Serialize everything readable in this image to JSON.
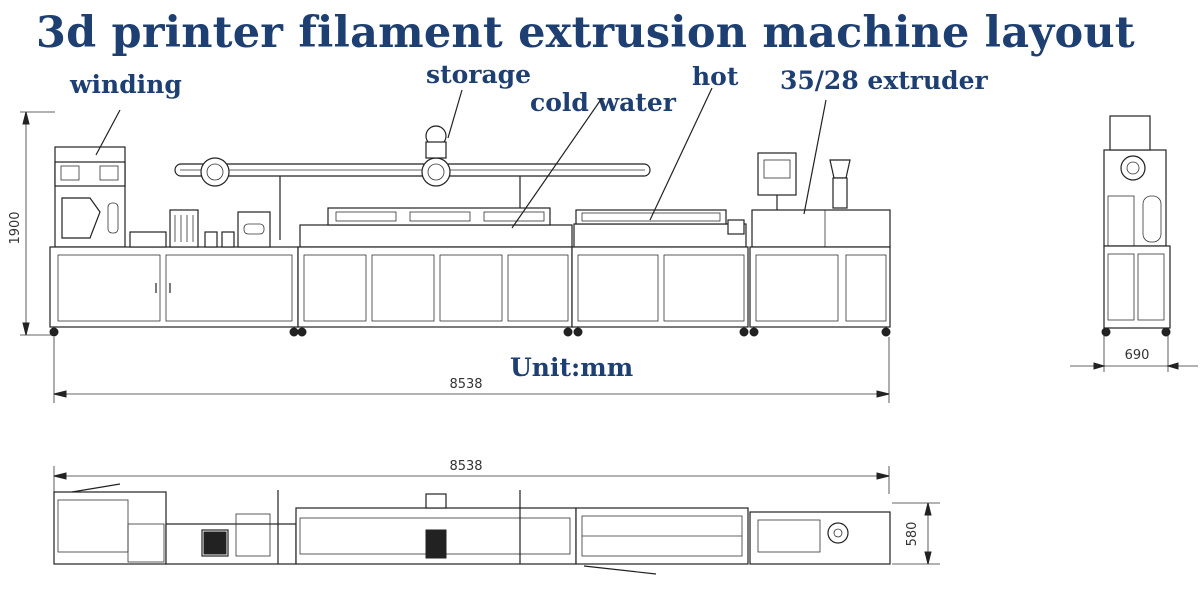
{
  "title": "3d printer filament extrusion machine layout",
  "labels": {
    "winding": "winding",
    "storage": "storage",
    "cold_water": "cold  water",
    "hot": "hot",
    "extruder": "35/28 extruder",
    "unit": "Unit:mm"
  },
  "dimensions": {
    "height_front": "1900",
    "length_front": "8538",
    "width_side": "690",
    "length_top": "8538",
    "depth_top": "580"
  },
  "colors": {
    "label_text": "#1e3f72",
    "line": "#222222"
  }
}
